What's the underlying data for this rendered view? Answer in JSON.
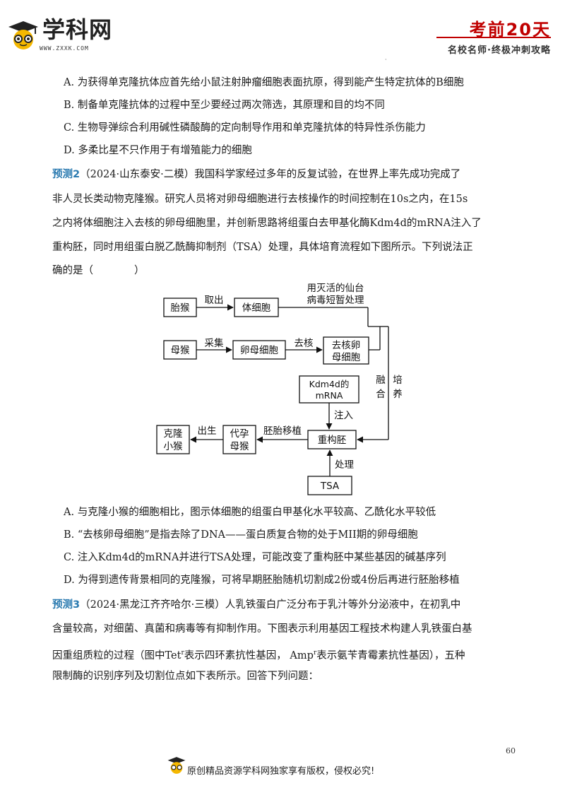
{
  "header": {
    "logo_text": "学科网",
    "logo_url": "WWW.ZXXK.COM",
    "title": "考前20天",
    "subtitle": "名校名师·终极冲刺攻略"
  },
  "options_q1": [
    "A. 为获得单克隆抗体应首先给小鼠注射肿瘤细胞表面抗原，得到能产生特定抗体的B细胞",
    "B. 制备单克隆抗体的过程中至少要经过两次筛选，其原理和目的均不同",
    "C. 生物导弹综合利用碱性磷酸酶的定向制导作用和单克隆抗体的特异性杀伤能力",
    "D. 多柔比星不只作用于有增殖能力的细胞"
  ],
  "q2": {
    "badge": "预测2",
    "lines": [
      "（2024·山东泰安·二模）我国科学家经过多年的反复试验，在世界上率先成功完成了",
      "非人灵长类动物克隆猴。研究人员将对卵母细胞进行去核操作的时间控制在10s之内，在15s",
      "之内将体细胞注入去核的卵母细胞里，并创新思路将组蛋白去甲基化酶Kdm4d的mRNA注入了",
      "重构胚，同时用组蛋白脱乙酰酶抑制剂（TSA）处理，具体培育流程如下图所示。下列说法正",
      "确的是（　　　　）"
    ],
    "diagram": {
      "fetal_monkey": "胎猴",
      "take_out": "取出",
      "somatic_cell": "体细胞",
      "virus_line1": "用灭活的仙台",
      "virus_line2": "病毒短暂处理",
      "mother_monkey": "母猴",
      "collect": "采集",
      "oocyte": "卵母细胞",
      "enucleate": "去核",
      "enucleated_line1": "去核卵",
      "enucleated_line2": "母细胞",
      "fuse_1": "融",
      "fuse_2": "合",
      "culture_1": "培",
      "culture_2": "养",
      "kdm_line1": "Kdm4d的",
      "kdm_line2": "mRNA",
      "inject": "注入",
      "clone_line1": "克隆",
      "clone_line2": "小猴",
      "birth": "出生",
      "surrogate_line1": "代孕",
      "surrogate_line2": "母猴",
      "embryo_transfer": "胚胎移植",
      "reconstructed": "重构胚",
      "treat": "处理",
      "tsa": "TSA"
    },
    "options": [
      "A. 与克隆小猴的细胞相比，图示体细胞的组蛋白甲基化水平较高、乙酰化水平较低",
      "B. “去核卵母细胞”是指去除了DNA——蛋白质复合物的处于MII期的卵母细胞",
      "C. 注入Kdm4d的mRNA并进行TSA处理，可能改变了重构胚中某些基因的碱基序列",
      "D. 为得到遗传背景相同的克隆猴，可将早期胚胎随机切割成2份或4份后再进行胚胎移植"
    ]
  },
  "q3": {
    "badge": "预测3",
    "line1": "（2024·黑龙江齐齐哈尔·三模）人乳铁蛋白广泛分布于乳汁等外分泌液中，在初乳中",
    "line2": "含量较高，对细菌、真菌和病毒等有抑制作用。下图表示利用基因工程技术构建人乳铁蛋白基",
    "line3_a": "因重组质粒的过程（图中Tet",
    "line3_sup1": "r",
    "line3_b": "表示四环素抗性基因， Amp",
    "line3_sup2": "r",
    "line3_c": "表示氨苄青霉素抗性基因），五种",
    "line4": "限制酶的识别序列及切割位点如下表所示。回答下列问题："
  },
  "footer": {
    "page_number": "60",
    "text": "原创精品资源学科网独家享有版权，侵权必究!"
  }
}
